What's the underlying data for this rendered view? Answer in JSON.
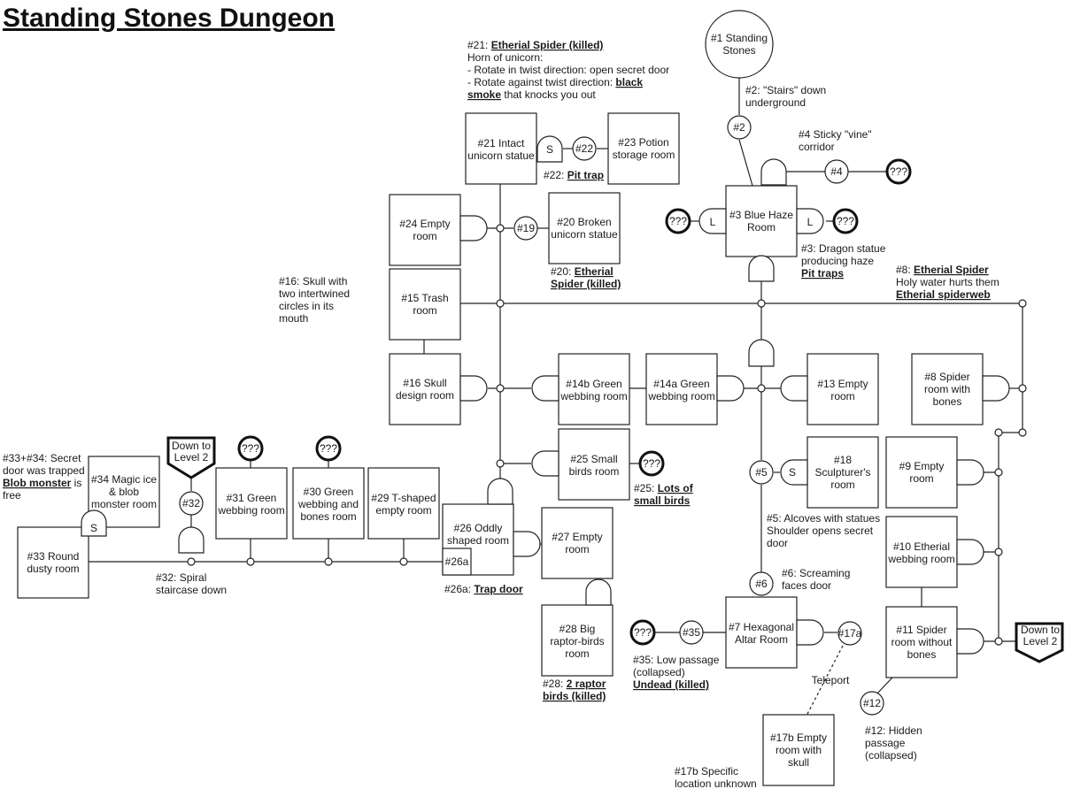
{
  "title": "Standing Stones Dungeon",
  "unknown_label": "???",
  "labels": {
    "s1": "#1 Standing",
    "s1b": "Stones",
    "n2": "#2",
    "n4": "#4",
    "n5": "#5",
    "n6": "#6",
    "n12": "#12",
    "n17a": "#17a",
    "n19": "#19",
    "n22": "#22",
    "n32": "#32",
    "n35": "#35",
    "s": "S",
    "l": "L",
    "down_l1": "Down to",
    "down_l2": "Level 2",
    "teleport": "Teleport"
  },
  "rooms": {
    "r3": [
      "#3 Blue Haze",
      "Room"
    ],
    "r7": [
      "#7 Hexagonal",
      "Altar Room"
    ],
    "r8": [
      "#8 Spider",
      "room with",
      "bones"
    ],
    "r9": [
      "#9 Empty",
      "room"
    ],
    "r10": [
      "#10 Etherial",
      "webbing room"
    ],
    "r11": [
      "#11 Spider",
      "room without",
      "bones"
    ],
    "r13": [
      "#13 Empty",
      "room"
    ],
    "r14a": [
      "#14a Green",
      "webbing room"
    ],
    "r14b": [
      "#14b Green",
      "webbing room"
    ],
    "r15": [
      "#15 Trash",
      "room"
    ],
    "r16": [
      "#16 Skull",
      "design room"
    ],
    "r17b": [
      "#17b Empty",
      "room with",
      "skull"
    ],
    "r18": [
      "#18",
      "Sculpturer's",
      "room"
    ],
    "r20": [
      "#20 Broken",
      "unicorn statue"
    ],
    "r21": [
      "#21 Intact",
      "unicorn statue"
    ],
    "r23": [
      "#23 Potion",
      "storage room"
    ],
    "r24": [
      "#24 Empty",
      "room"
    ],
    "r25": [
      "#25 Small",
      "birds room"
    ],
    "r26": [
      "#26 Oddly",
      "shaped room"
    ],
    "r26a": [
      "#26a"
    ],
    "r27": [
      "#27 Empty",
      "room"
    ],
    "r28": [
      "#28 Big",
      "raptor-birds",
      "room"
    ],
    "r29": [
      "#29 T-shaped",
      "empty room"
    ],
    "r30": [
      "#30 Green",
      "webbing and",
      "bones room"
    ],
    "r31": [
      "#31 Green",
      "webbing room"
    ],
    "r33": [
      "#33 Round",
      "dusty room"
    ],
    "r34": [
      "#34 Magic ice",
      "& blob",
      "monster room"
    ]
  },
  "notes": {
    "n21_head": "#21: ",
    "n21_b": "Etherial Spider (killed)",
    "n21_2": "Horn of unicorn:",
    "n21_3": "- Rotate in twist direction: open secret door",
    "n21_4a": "- Rotate against twist direction: ",
    "n21_4b": "black",
    "n21_5b": "smoke",
    "n21_5a": " that knocks you out",
    "n2_1": "#2: \"Stairs\" down",
    "n2_2": "underground",
    "n4_1": "#4 Sticky \"vine\"",
    "n4_2": "corridor",
    "n22_a": "#22: ",
    "n22_b": "Pit trap",
    "n3_1": "#3: Dragon statue",
    "n3_2": "producing haze",
    "n3_3": "Pit traps",
    "n8_a": "#8: ",
    "n8_b": "Etherial Spider",
    "n8_2": "Holy water hurts them",
    "n8_3": "Etherial spiderweb",
    "n20_a": "#20: ",
    "n20_b": "Etherial",
    "n20_c": "Spider (killed)",
    "n16_1": "#16: Skull with",
    "n16_2": "two intertwined",
    "n16_3": "circles in its",
    "n16_4": "mouth",
    "n25_a": "#25: ",
    "n25_b": "Lots of",
    "n25_c": "small birds",
    "n5_1": "#5: Alcoves with statues",
    "n5_2": "Shoulder opens secret",
    "n5_3": "door",
    "n6_1": "#6: Screaming",
    "n6_2": "faces door",
    "n33_1": "#33+#34: Secret",
    "n33_2": "door was trapped",
    "n33_3": "Blob monster",
    "n33_3b": " is",
    "n33_4": "free",
    "n32_1": "#32: Spiral",
    "n32_2": "staircase down",
    "n26a_a": "#26a: ",
    "n26a_b": "Trap door",
    "n28_a": "#28: ",
    "n28_b": "2 raptor",
    "n28_c": "birds (killed)",
    "n35_1": "#35: Low passage",
    "n35_2": "(collapsed)",
    "n35_3": "Undead (killed)",
    "n12_1": "#12: Hidden",
    "n12_2": "passage",
    "n12_3": "(collapsed)",
    "n17b_1": "#17b Specific",
    "n17b_2": "location unknown"
  }
}
